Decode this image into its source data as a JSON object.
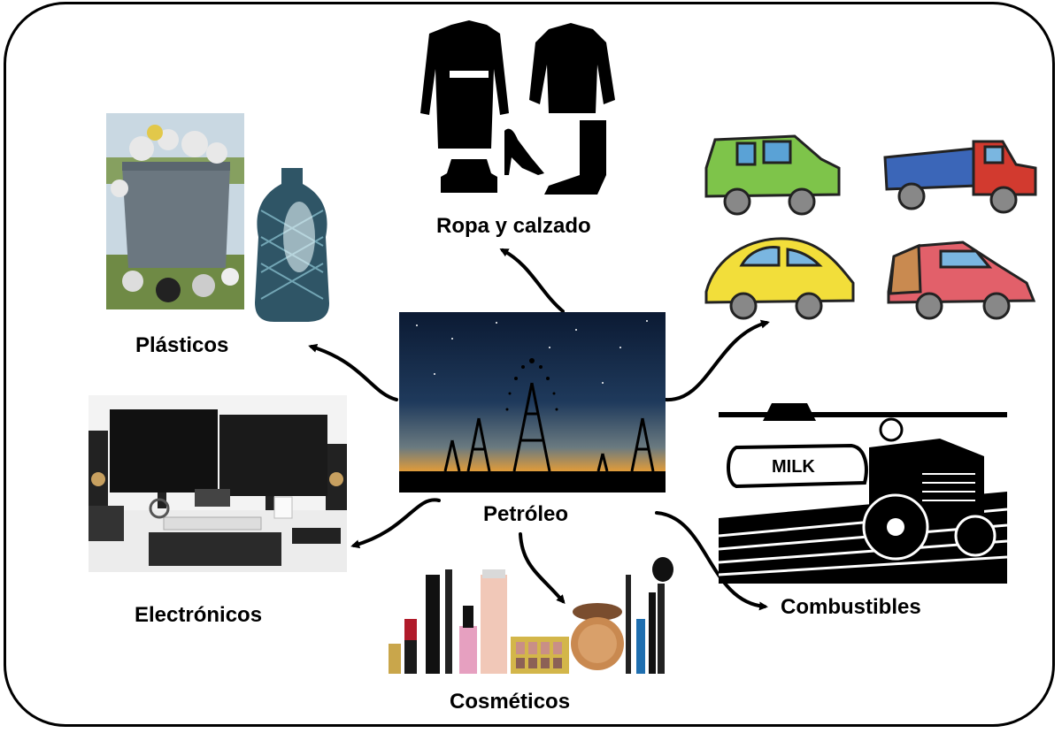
{
  "center": {
    "label": "Petróleo",
    "icon": "oil-derricks-night-image"
  },
  "nodes": {
    "ropa": {
      "label": "Ropa y calzado",
      "icon": "clothing-shoes-icon"
    },
    "plasticos": {
      "label": "Plásticos",
      "icon": "trash-container-bottle-image"
    },
    "electronicos": {
      "label": "Electrónicos",
      "icon": "computer-desk-image"
    },
    "cosmeticos": {
      "label": "Cosméticos",
      "icon": "cosmetics-image"
    },
    "combustibles": {
      "label": "Combustibles",
      "icon": "cars-tractor-image"
    }
  },
  "colors": {
    "border": "#000000",
    "arrow": "#000000",
    "background": "#ffffff"
  }
}
